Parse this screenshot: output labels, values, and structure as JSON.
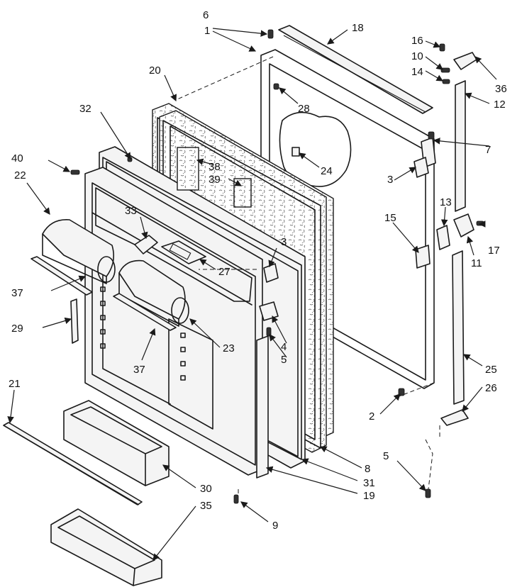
{
  "callouts": [
    {
      "id": "c1",
      "label": "1"
    },
    {
      "id": "c2",
      "label": "2"
    },
    {
      "id": "c3a",
      "label": "3"
    },
    {
      "id": "c3b",
      "label": "3"
    },
    {
      "id": "c4",
      "label": "4"
    },
    {
      "id": "c5a",
      "label": "5"
    },
    {
      "id": "c5b",
      "label": "5"
    },
    {
      "id": "c6",
      "label": "6"
    },
    {
      "id": "c7",
      "label": "7"
    },
    {
      "id": "c8",
      "label": "8"
    },
    {
      "id": "c9",
      "label": "9"
    },
    {
      "id": "c10",
      "label": "10"
    },
    {
      "id": "c11",
      "label": "11"
    },
    {
      "id": "c12",
      "label": "12"
    },
    {
      "id": "c13",
      "label": "13"
    },
    {
      "id": "c14",
      "label": "14"
    },
    {
      "id": "c15",
      "label": "15"
    },
    {
      "id": "c16",
      "label": "16"
    },
    {
      "id": "c17",
      "label": "17"
    },
    {
      "id": "c18",
      "label": "18"
    },
    {
      "id": "c19",
      "label": "19"
    },
    {
      "id": "c20",
      "label": "20"
    },
    {
      "id": "c21",
      "label": "21"
    },
    {
      "id": "c22",
      "label": "22"
    },
    {
      "id": "c23",
      "label": "23"
    },
    {
      "id": "c24",
      "label": "24"
    },
    {
      "id": "c25",
      "label": "25"
    },
    {
      "id": "c26",
      "label": "26"
    },
    {
      "id": "c27",
      "label": "27"
    },
    {
      "id": "c28",
      "label": "28"
    },
    {
      "id": "c29",
      "label": "29"
    },
    {
      "id": "c30",
      "label": "30"
    },
    {
      "id": "c31",
      "label": "31"
    },
    {
      "id": "c32",
      "label": "32"
    },
    {
      "id": "c33",
      "label": "33"
    },
    {
      "id": "c35",
      "label": "35"
    },
    {
      "id": "c36",
      "label": "36"
    },
    {
      "id": "c37a",
      "label": "37"
    },
    {
      "id": "c37b",
      "label": "37"
    },
    {
      "id": "c38",
      "label": "38"
    },
    {
      "id": "c39",
      "label": "39"
    },
    {
      "id": "c40",
      "label": "40"
    }
  ]
}
